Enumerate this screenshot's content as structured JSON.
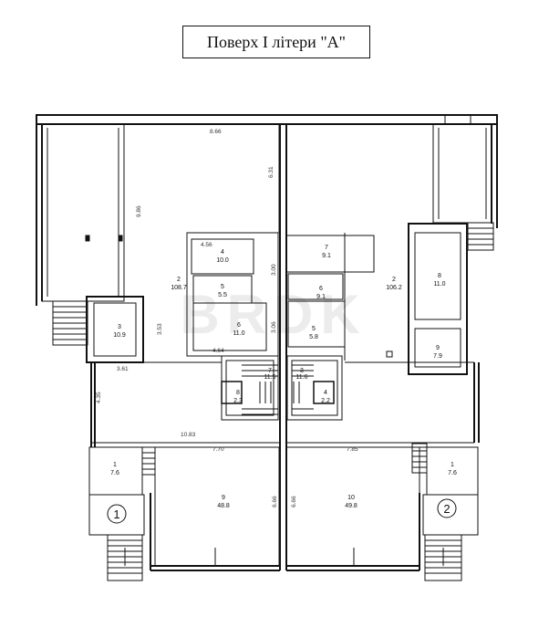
{
  "title": "Поверх І літери \"А\"",
  "rooms": [
    {
      "id": "L1",
      "number": "1",
      "area": "7.6"
    },
    {
      "id": "L2",
      "number": "2",
      "area": "108.7"
    },
    {
      "id": "L3",
      "number": "3",
      "area": "10.9"
    },
    {
      "id": "L4",
      "number": "4",
      "area": "10.0"
    },
    {
      "id": "L5",
      "number": "5",
      "area": "5.5"
    },
    {
      "id": "L6",
      "number": "6",
      "area": "11.0"
    },
    {
      "id": "L7",
      "number": "7",
      "area": "11.5"
    },
    {
      "id": "L8",
      "number": "8",
      "area": "2.3"
    },
    {
      "id": "L9",
      "number": "9",
      "area": "48.8"
    },
    {
      "id": "R1",
      "number": "1",
      "area": "7.6"
    },
    {
      "id": "R2",
      "number": "2",
      "area": "106.2"
    },
    {
      "id": "R3",
      "number": "3",
      "area": "11.6"
    },
    {
      "id": "R4",
      "number": "4",
      "area": "2.2"
    },
    {
      "id": "R5",
      "number": "5",
      "area": "5.8"
    },
    {
      "id": "R6",
      "number": "6",
      "area": "9.1"
    },
    {
      "id": "R7",
      "number": "7",
      "area": "9.1"
    },
    {
      "id": "R8",
      "number": "8",
      "area": "11.0"
    },
    {
      "id": "R9",
      "number": "9",
      "area": "7.9"
    },
    {
      "id": "R10",
      "number": "10",
      "area": "49.8"
    }
  ],
  "dimensions": [
    "8.66",
    "6.31",
    "9.86",
    "4.56",
    "3.00",
    "3.53",
    "3.06",
    "4.64",
    "3.61",
    "4.35",
    "10.83",
    "7.70",
    "6.66",
    "6.66",
    "7.85"
  ],
  "entrances": [
    "1",
    "2"
  ],
  "watermark": "BRDK"
}
